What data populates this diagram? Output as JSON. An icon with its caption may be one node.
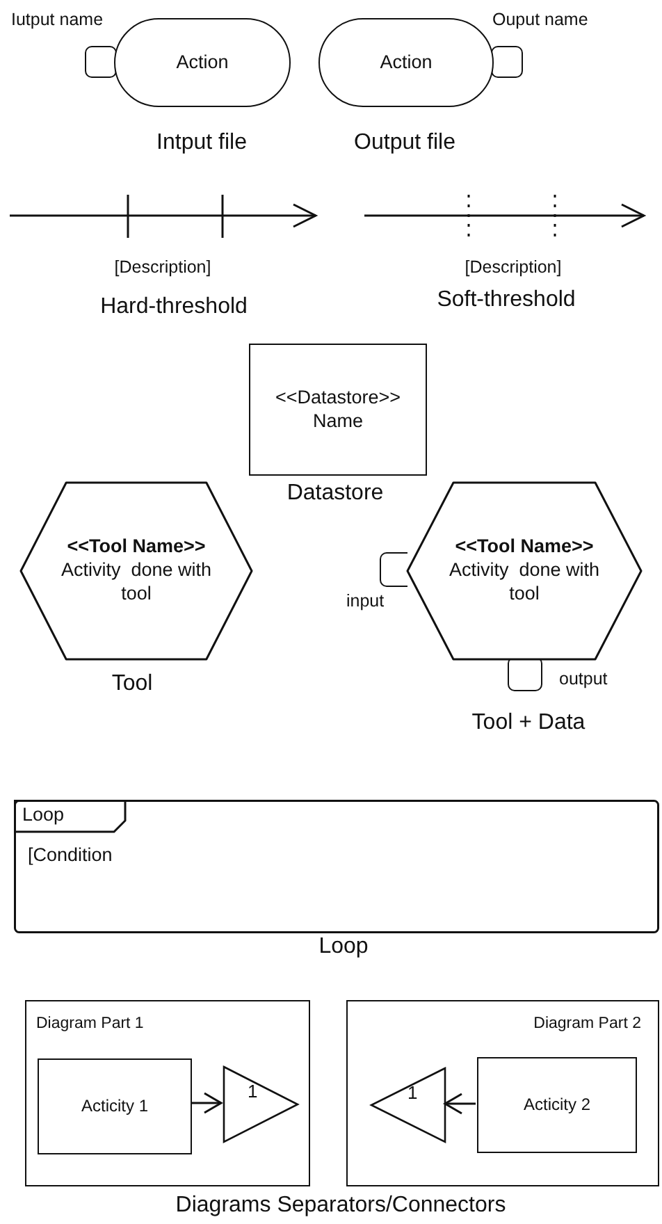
{
  "diagram": {
    "nodes": [
      {
        "text": [
          "Action"
        ]
      },
      {
        "text": [],
        "shape": "box",
        "beside": [
          "Iutput name"
        ]
      },
      {
        "text": [
          "Action"
        ]
      },
      {
        "text": [],
        "shape": "box"
      },
      {
        "text": [
          "<<Datastore>> Name"
        ]
      },
      {
        "text": [
          "<<Tool Name>>",
          "Activity  done with tool"
        ]
      },
      {
        "text": [
          "<<Tool Name>>",
          "Activity  done with tool"
        ]
      },
      {
        "text": [],
        "shape": "box",
        "beside": [
          "input"
        ]
      },
      {
        "text": [],
        "shape": "box",
        "beside": [
          "output"
        ]
      },
      {
        "text": [
          "Loop",
          "[Condition"
        ]
      },
      {
        "text": [
          "Diagram Part 1"
        ]
      },
      {
        "text": [
          "Acticity 1"
        ],
        "in": 10
      },
      {
        "text": [
          "1"
        ],
        "in": 10
      },
      {
        "text": [
          "Diagram Part 2"
        ]
      },
      {
        "text": [
          "1"
        ],
        "in": 13
      },
      {
        "text": [
          "Acticity 2"
        ],
        "in": 13
      }
    ],
    "edges": [
      {
        "from": 11,
        "to": 12,
        "arrow": "to"
      },
      {
        "from": 15,
        "to": 14,
        "arrow": "to"
      }
    ],
    "labels": [
      "Ouput name",
      "Intput file",
      "Output file",
      "[Description]",
      "[Description]",
      "Hard-threshold",
      "Soft-threshold",
      "Datastore",
      "Tool",
      "Tool + Data",
      "Loop",
      "Diagrams Separators/Connectors"
    ]
  }
}
